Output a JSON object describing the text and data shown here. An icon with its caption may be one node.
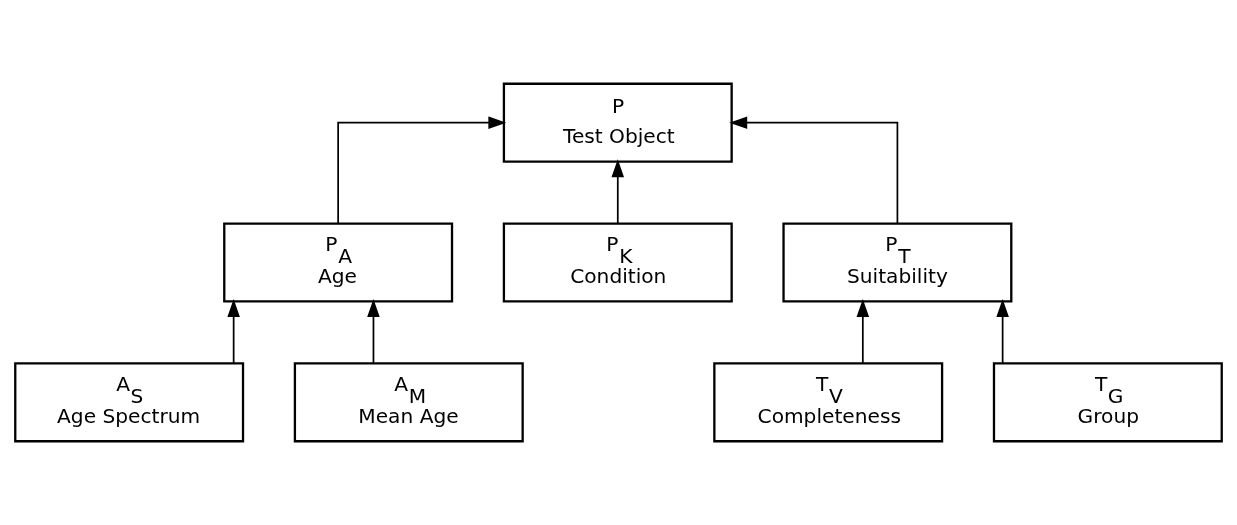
{
  "diagram": {
    "nodes": [
      {
        "text": [
          "P",
          "Test Object"
        ]
      },
      {
        "text": [
          "P$_{A}$",
          "Age"
        ]
      },
      {
        "text": [
          "P$_{K}$",
          "Condition"
        ]
      },
      {
        "text": [
          "P$_{T}$",
          "Suitability"
        ]
      },
      {
        "text": [
          "A$_{S}$",
          "Age Spectrum"
        ]
      },
      {
        "text": [
          "A$_{M}$",
          "Mean Age"
        ]
      },
      {
        "text": [
          "T$_{V}$",
          "Completeness"
        ]
      },
      {
        "text": [
          "T$_{G}$",
          "Group"
        ]
      }
    ],
    "edges": [
      {
        "from": 1,
        "to": 0,
        "arrow": "to"
      },
      {
        "from": 2,
        "to": 0,
        "arrow": "to"
      },
      {
        "from": 3,
        "to": 0,
        "arrow": "to"
      },
      {
        "from": 4,
        "to": 1,
        "arrow": "to"
      },
      {
        "from": 5,
        "to": 1,
        "arrow": "to"
      },
      {
        "from": 6,
        "to": 3,
        "arrow": "to"
      },
      {
        "from": 7,
        "to": 3,
        "arrow": "to"
      }
    ]
  }
}
